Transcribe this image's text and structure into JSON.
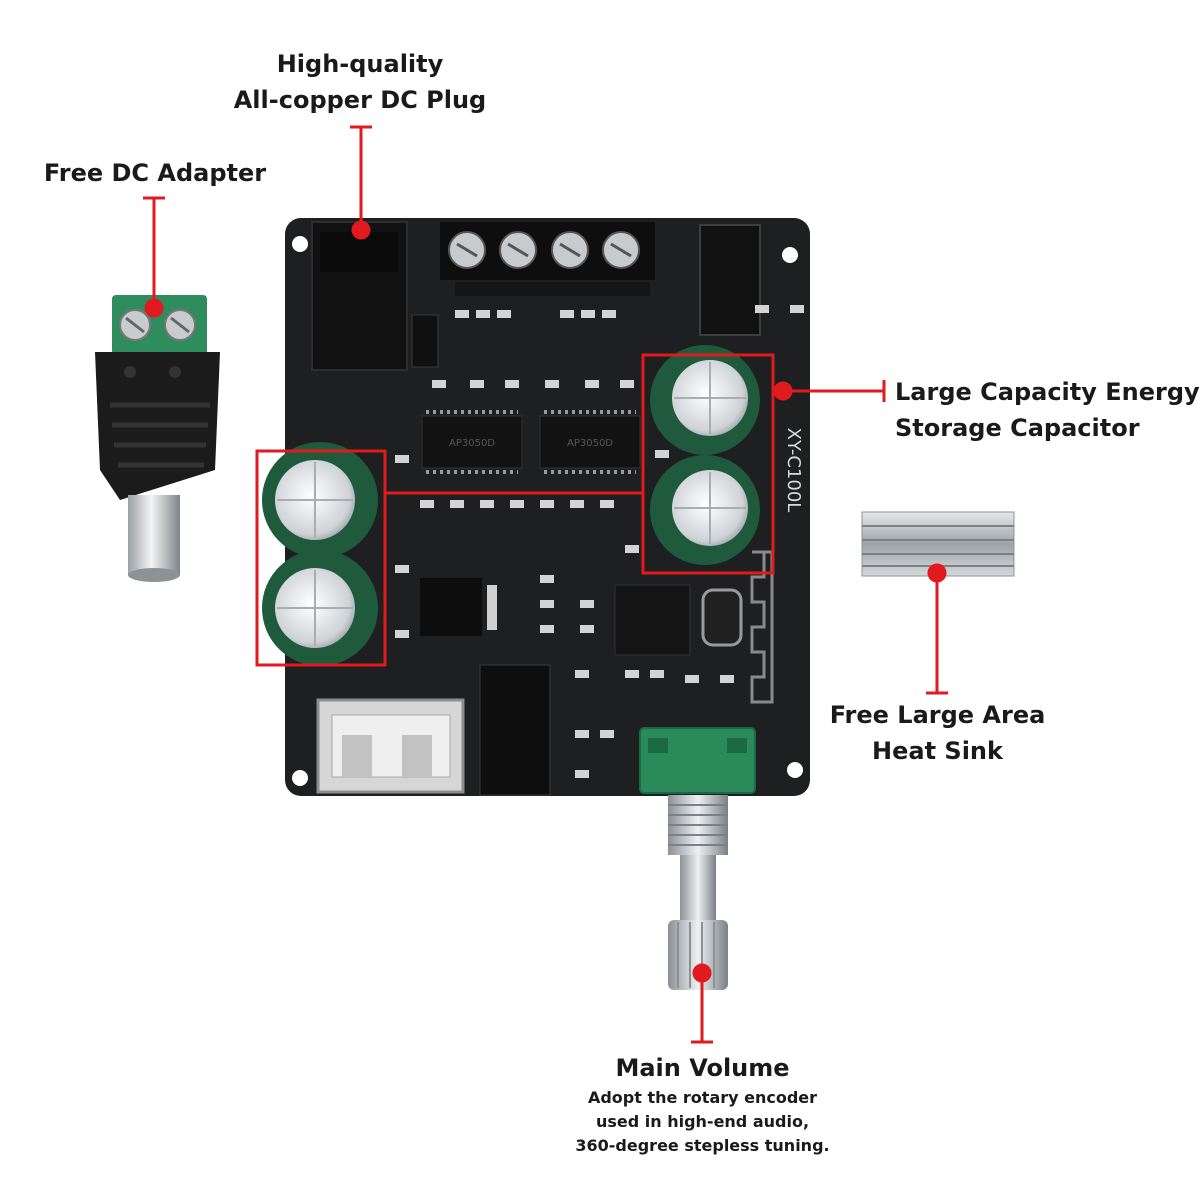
{
  "colors": {
    "accent": "#e01a1f",
    "board": "#1e1f21",
    "capacitor": "#1f5a3c",
    "heatsink": "#b8bcc0",
    "terminal": "#2a8a5a"
  },
  "labels": {
    "dc_plug": [
      "High-quality",
      "All-copper DC Plug"
    ],
    "dc_adapter": "Free DC Adapter",
    "capacitor": [
      "Large Capacity Energy",
      "Storage Capacitor"
    ],
    "heat_sink": [
      "Free Large Area",
      "Heat Sink"
    ],
    "volume": {
      "title": "Main Volume",
      "desc": [
        "Adopt the rotary encoder",
        "used in high-end audio,",
        "360-degree stepless tuning."
      ]
    }
  },
  "board_marking": "XY-C100L",
  "chip_marking": "AP3050D"
}
